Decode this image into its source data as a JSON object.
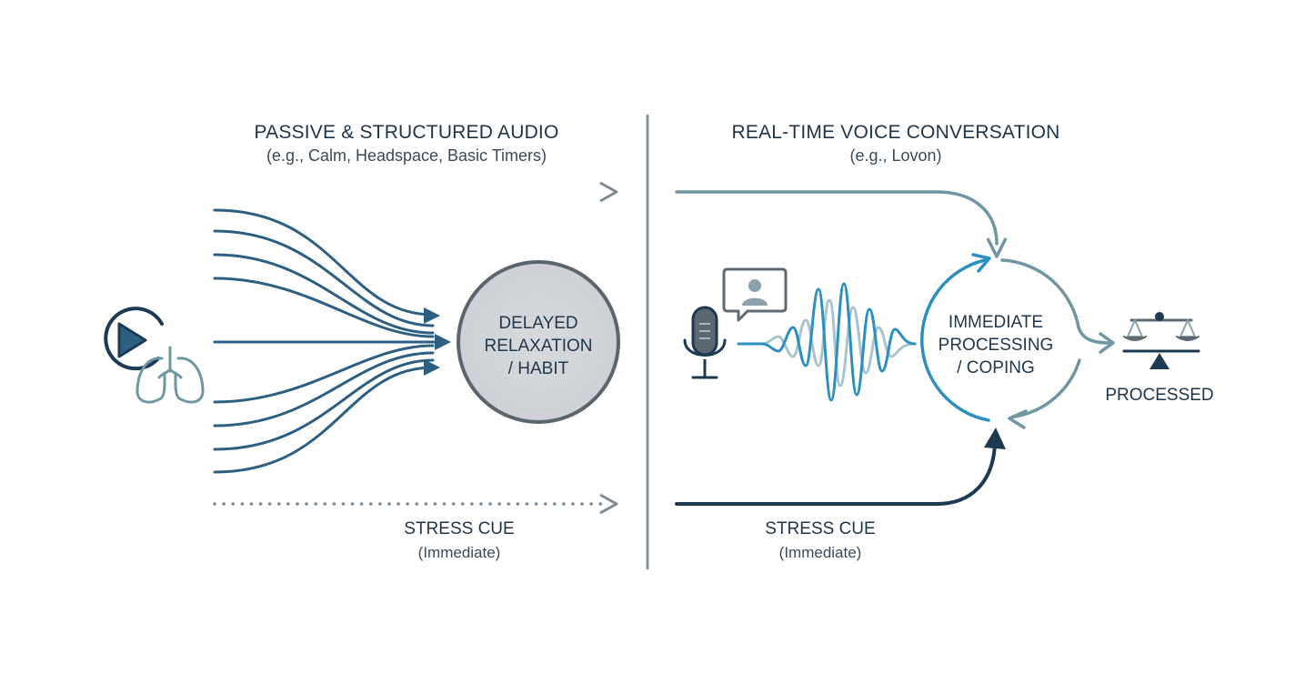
{
  "left_panel": {
    "title": "PASSIVE & STRUCTURED AUDIO",
    "subtitle": "(e.g., Calm, Headspace, Basic Timers)",
    "node_lines": [
      "DELAYED",
      "RELAXATION",
      "/ HABIT"
    ],
    "cue_label": "STRESS CUE",
    "cue_sub": "(Immediate)",
    "icons": [
      "play-icon",
      "lungs-icon"
    ]
  },
  "right_panel": {
    "title": "REAL-TIME VOICE CONVERSATION",
    "subtitle": "(e.g., Lovon)",
    "node_lines": [
      "IMMEDIATE",
      "PROCESSING",
      "/ COPING"
    ],
    "outcome_label": "PROCESSED",
    "cue_label": "STRESS CUE",
    "cue_sub": "(Immediate)",
    "icons": [
      "microphone-icon",
      "chat-avatar-icon",
      "balance-scale-icon"
    ]
  },
  "colors": {
    "navy": "#1c3a52",
    "steel": "#2d5f82",
    "teal": "#6f97a3",
    "blue": "#2d8fc0",
    "grey": "#7d8a94",
    "node_fill": "#d4d7db"
  }
}
